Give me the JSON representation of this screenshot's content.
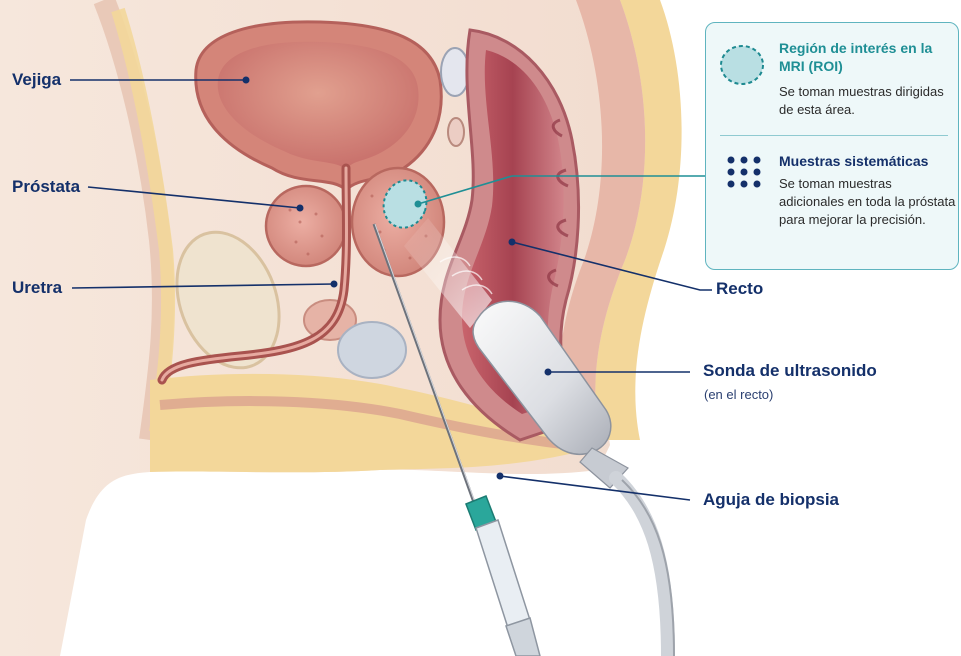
{
  "labels": {
    "bladder": "Vejiga",
    "prostate": "Próstata",
    "urethra": "Uretra",
    "rectum": "Recto",
    "probe": "Sonda de ultrasonido",
    "probe_sub": "(en el recto)",
    "needle": "Aguja de biopsia"
  },
  "legend": {
    "roi_title": "Región de interés en la MRI (ROI)",
    "roi_text": "Se toman muestras dirigidas de esta área.",
    "sys_title": "Muestras sistemáticas",
    "sys_text": "Se toman muestras adicionales en toda la próstata para mejorar la precisión."
  },
  "colors": {
    "label_text": "#14306a",
    "accent_teal": "#1f8f95",
    "legend_border": "#5fb4bf",
    "legend_bg": "#eef8f9",
    "tissue_pink": "#d98b86",
    "fat_yellow": "#f3d79a",
    "rectum_red": "#b8505a"
  }
}
